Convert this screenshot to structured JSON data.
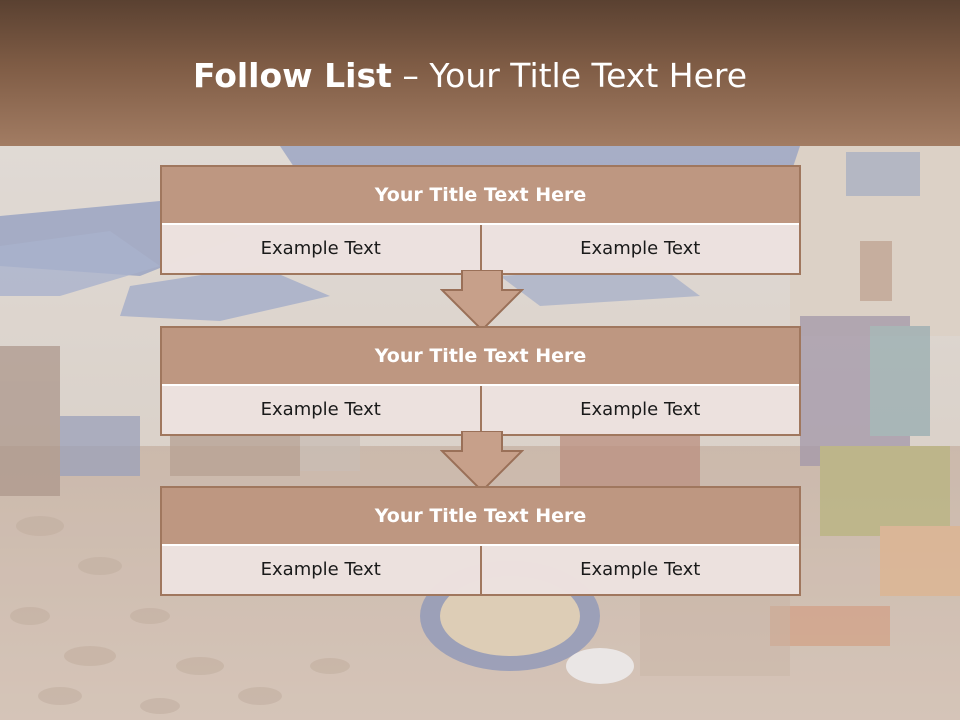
{
  "slide": {
    "title_bold": "Follow List",
    "title_rest": " – Your Title Text Here",
    "steps": [
      {
        "title": "Your Title Text Here",
        "left": "Example Text",
        "right": "Example Text"
      },
      {
        "title": "Your Title Text Here",
        "left": "Example Text",
        "right": "Example Text"
      },
      {
        "title": "Your Title Text Here",
        "left": "Example Text",
        "right": "Example Text"
      }
    ]
  },
  "colors": {
    "header_top": "#5a4131",
    "header_bottom": "#a27c63",
    "box_header": "#be9781",
    "box_border": "#a0775e",
    "cell_background": "#ece0dc",
    "arrow_fill": "#c7a08a"
  }
}
